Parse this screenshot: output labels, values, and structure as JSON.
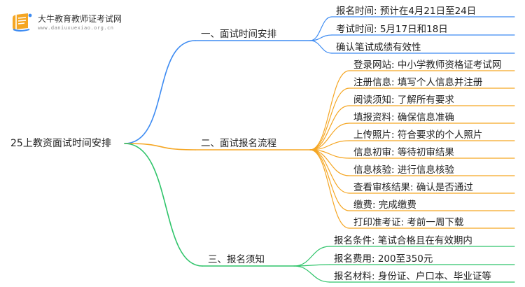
{
  "logo": {
    "name": "大牛教育教师证考试网",
    "url": "www.daniuxuexiao.org.cn"
  },
  "colors": {
    "branch1": "#3d8bf2",
    "branch2": "#f5a623",
    "branch3": "#2fc46a"
  },
  "root": {
    "label": "25上教资面试时间安排"
  },
  "branches": [
    {
      "label": "一、面试时间安排",
      "children": [
        "报名时间: 预计在4月21日至24日",
        "考试时间: 5月17日和18日",
        "确认笔试成绩有效性"
      ]
    },
    {
      "label": "二、面试报名流程",
      "children": [
        "登录网站: 中小学教师资格证考试网",
        "注册信息: 填写个人信息并注册",
        "阅读须知: 了解所有要求",
        "填报资料: 确保信息准确",
        "上传照片: 符合要求的个人照片",
        "信息初审: 等待初审结果",
        "信息核验: 进行信息核验",
        "查看审核结果: 确认是否通过",
        "缴费: 完成缴费",
        "打印准考证: 考前一周下载"
      ]
    },
    {
      "label": "三、报名须知",
      "children": [
        "报名条件: 笔试合格且在有效期内",
        "报名费用: 200至350元",
        "报名材料: 身份证、户口本、毕业证等"
      ]
    }
  ]
}
